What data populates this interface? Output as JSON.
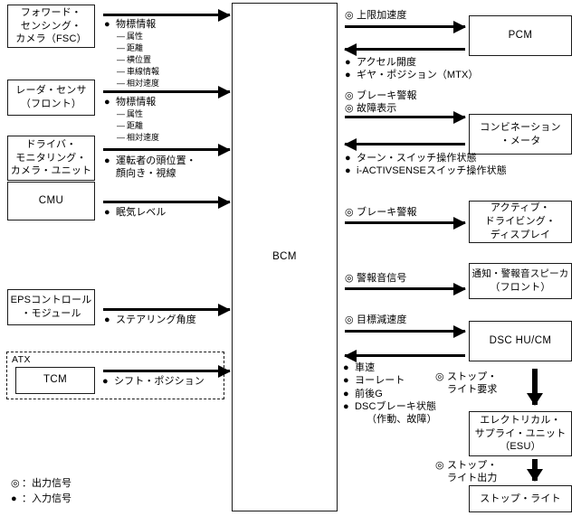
{
  "diagram": {
    "center": {
      "label": "BCM"
    },
    "left_blocks": [
      {
        "name": "fsc",
        "lines": [
          "フォワード・",
          "センシング・",
          "カメラ（FSC）"
        ]
      },
      {
        "name": "radar",
        "lines": [
          "レーダ・センサ",
          "（フロント）"
        ]
      },
      {
        "name": "dmc",
        "lines": [
          "ドライバ・",
          "モニタリング・",
          "カメラ・ユニット"
        ]
      },
      {
        "name": "cmu",
        "lines": [
          "CMU"
        ]
      },
      {
        "name": "eps",
        "lines": [
          "EPSコントロール",
          "・モジュール"
        ]
      },
      {
        "name": "tcm",
        "lines": [
          "TCM"
        ]
      }
    ],
    "left_group": {
      "label": "ATX"
    },
    "left_signals": [
      {
        "name": "fsc-signals",
        "items": [
          {
            "marker": "●",
            "text": "物標情報"
          }
        ],
        "sub": [
          "属性",
          "距離",
          "横位置",
          "車線情報",
          "相対速度"
        ]
      },
      {
        "name": "radar-signals",
        "items": [
          {
            "marker": "●",
            "text": "物標情報"
          }
        ],
        "sub": [
          "属性",
          "距離",
          "相対速度"
        ]
      },
      {
        "name": "dmc-signals",
        "items": [
          {
            "marker": "●",
            "text": "運転者の頭位置・"
          }
        ],
        "cont": [
          "顔向き・視線"
        ],
        "sub": []
      },
      {
        "name": "cmu-signals",
        "items": [
          {
            "marker": "●",
            "text": "眠気レベル"
          }
        ],
        "sub": []
      },
      {
        "name": "eps-signals",
        "items": [
          {
            "marker": "●",
            "text": "ステアリング角度"
          }
        ],
        "sub": []
      },
      {
        "name": "tcm-signals",
        "items": [
          {
            "marker": "●",
            "text": "シフト・ポジション"
          }
        ],
        "sub": []
      }
    ],
    "right_blocks": [
      {
        "name": "pcm",
        "lines": [
          "PCM"
        ]
      },
      {
        "name": "combination-meter",
        "lines": [
          "コンビネーション",
          "・メータ"
        ]
      },
      {
        "name": "active-driving-display",
        "lines": [
          "アクティブ・",
          "ドライビング・",
          "ディスプレイ"
        ]
      },
      {
        "name": "speaker",
        "lines": [
          "通知・警報音スピーカ",
          "（フロント）"
        ]
      },
      {
        "name": "dsc",
        "lines": [
          "DSC HU/CM"
        ]
      },
      {
        "name": "esu",
        "lines": [
          "エレクトリカル・",
          "サプライ・ユニット",
          "（ESU）"
        ]
      },
      {
        "name": "stop-light",
        "lines": [
          "ストップ・ライト"
        ]
      }
    ],
    "right_signals": [
      {
        "name": "pcm-out",
        "items": [
          {
            "marker": "◎",
            "text": "上限加速度"
          }
        ]
      },
      {
        "name": "pcm-in",
        "items": [
          {
            "marker": "●",
            "text": "アクセル開度"
          },
          {
            "marker": "●",
            "text": "ギヤ・ポジション（MTX）"
          }
        ]
      },
      {
        "name": "meter-out",
        "items": [
          {
            "marker": "◎",
            "text": "ブレーキ警報"
          },
          {
            "marker": "◎",
            "text": "故障表示"
          }
        ]
      },
      {
        "name": "meter-in",
        "items": [
          {
            "marker": "●",
            "text": "ターン・スイッチ操作状態"
          },
          {
            "marker": "●",
            "text": "i-ACTIVSENSEスイッチ操作状態"
          }
        ]
      },
      {
        "name": "add-out",
        "items": [
          {
            "marker": "◎",
            "text": "ブレーキ警報"
          }
        ]
      },
      {
        "name": "speaker-out",
        "items": [
          {
            "marker": "◎",
            "text": "警報音信号"
          }
        ]
      },
      {
        "name": "dsc-out",
        "items": [
          {
            "marker": "◎",
            "text": "目標減速度"
          }
        ]
      },
      {
        "name": "dsc-in",
        "items": [
          {
            "marker": "●",
            "text": "車速"
          },
          {
            "marker": "●",
            "text": "ヨーレート"
          },
          {
            "marker": "●",
            "text": "前後G"
          },
          {
            "marker": "●",
            "text": "DSCブレーキ状態"
          }
        ],
        "cont2": [
          "（作動、故障）"
        ]
      },
      {
        "name": "stop-light-request",
        "items": [
          {
            "marker": "◎",
            "text": "ストップ・"
          }
        ],
        "cont": [
          "ライト要求"
        ]
      },
      {
        "name": "stop-light-output",
        "items": [
          {
            "marker": "◎",
            "text": "ストップ・"
          }
        ],
        "cont": [
          "ライト出力"
        ]
      }
    ],
    "legend": [
      {
        "marker": "◎",
        "text": "：出力信号"
      },
      {
        "marker": "●",
        "text": "：入力信号"
      }
    ]
  }
}
